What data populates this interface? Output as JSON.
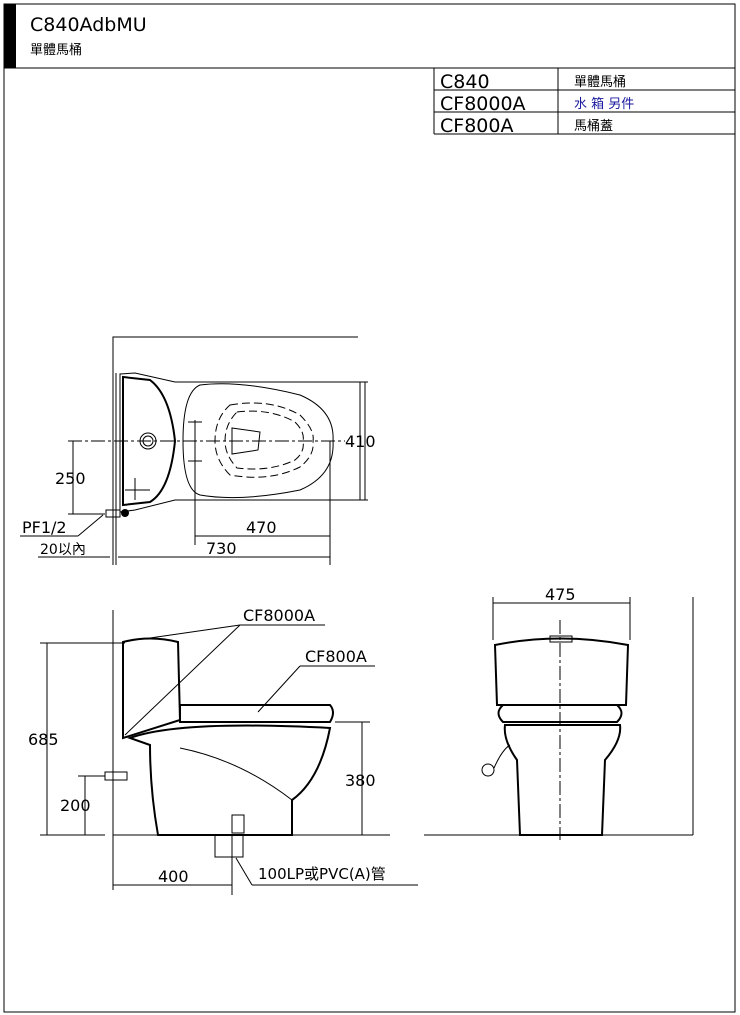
{
  "header": {
    "model": "C840AdbMU",
    "subtitle": "單體馬桶"
  },
  "parts_table": [
    {
      "code": "C840",
      "desc": "單體馬桶"
    },
    {
      "code": "CF8000A",
      "desc": "水 箱 另件"
    },
    {
      "code": "CF800A",
      "desc": "馬桶蓋"
    }
  ],
  "top_view": {
    "dim_width": "410",
    "dim_offset": "250",
    "dim_seat": "470",
    "dim_length": "730",
    "pipe_label": "PF1/2",
    "wall_gap": "20以內"
  },
  "front_view": {
    "tank_label": "CF8000A",
    "seat_label": "CF800A",
    "dim_height": "685",
    "dim_supply": "200",
    "dim_seat_height": "380",
    "dim_rough_in": "400",
    "drain_label": "100LP或PVC(A)管"
  },
  "side_view": {
    "dim_width": "475"
  }
}
